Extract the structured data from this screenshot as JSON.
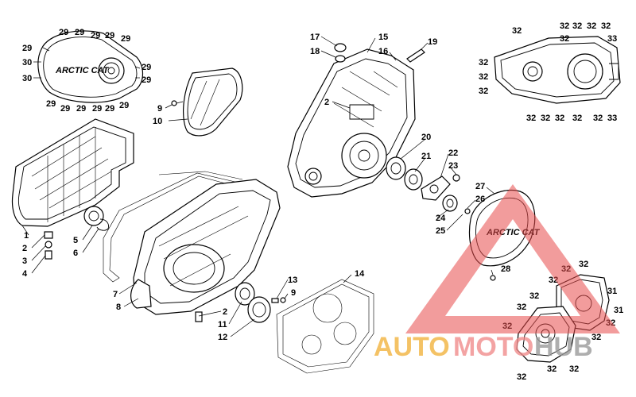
{
  "diagram": {
    "logo_text": "ARCTIC CAT",
    "callouts": [
      {
        "id": "c29a",
        "label": "29"
      },
      {
        "id": "c29b",
        "label": "29"
      },
      {
        "id": "c29c",
        "label": "29"
      },
      {
        "id": "c29d",
        "label": "29"
      },
      {
        "id": "c29e",
        "label": "29"
      },
      {
        "id": "c29f",
        "label": "29"
      },
      {
        "id": "c29g",
        "label": "29"
      },
      {
        "id": "c29h",
        "label": "29"
      },
      {
        "id": "c29i",
        "label": "29"
      },
      {
        "id": "c29j",
        "label": "29"
      },
      {
        "id": "c29k",
        "label": "29"
      },
      {
        "id": "c29l",
        "label": "29"
      },
      {
        "id": "c29m",
        "label": "29"
      },
      {
        "id": "c29n",
        "label": "29"
      },
      {
        "id": "c30a",
        "label": "30"
      },
      {
        "id": "c30b",
        "label": "30"
      },
      {
        "id": "c9a",
        "label": "9"
      },
      {
        "id": "c10",
        "label": "10"
      },
      {
        "id": "c17",
        "label": "17"
      },
      {
        "id": "c18",
        "label": "18"
      },
      {
        "id": "c15",
        "label": "15"
      },
      {
        "id": "c16",
        "label": "16"
      },
      {
        "id": "c19",
        "label": "19"
      },
      {
        "id": "c2a",
        "label": "2"
      },
      {
        "id": "c20",
        "label": "20"
      },
      {
        "id": "c21",
        "label": "21"
      },
      {
        "id": "c22",
        "label": "22"
      },
      {
        "id": "c23",
        "label": "23"
      },
      {
        "id": "c27",
        "label": "27"
      },
      {
        "id": "c26",
        "label": "26"
      },
      {
        "id": "c24",
        "label": "24"
      },
      {
        "id": "c25",
        "label": "25"
      },
      {
        "id": "c28",
        "label": "28"
      },
      {
        "id": "c1",
        "label": "1"
      },
      {
        "id": "c2b",
        "label": "2"
      },
      {
        "id": "c3",
        "label": "3"
      },
      {
        "id": "c4",
        "label": "4"
      },
      {
        "id": "c5",
        "label": "5"
      },
      {
        "id": "c6",
        "label": "6"
      },
      {
        "id": "c7",
        "label": "7"
      },
      {
        "id": "c8",
        "label": "8"
      },
      {
        "id": "c2c",
        "label": "2"
      },
      {
        "id": "c11",
        "label": "11"
      },
      {
        "id": "c12",
        "label": "12"
      },
      {
        "id": "c13",
        "label": "13"
      },
      {
        "id": "c9b",
        "label": "9"
      },
      {
        "id": "c14",
        "label": "14"
      },
      {
        "id": "c32a",
        "label": "32"
      },
      {
        "id": "c32b",
        "label": "32"
      },
      {
        "id": "c32c",
        "label": "32"
      },
      {
        "id": "c32d",
        "label": "32"
      },
      {
        "id": "c32e",
        "label": "32"
      },
      {
        "id": "c32f",
        "label": "32"
      },
      {
        "id": "c32g",
        "label": "32"
      },
      {
        "id": "c32h",
        "label": "32"
      },
      {
        "id": "c32i",
        "label": "32"
      },
      {
        "id": "c32j",
        "label": "32"
      },
      {
        "id": "c32k",
        "label": "32"
      },
      {
        "id": "c32l",
        "label": "32"
      },
      {
        "id": "c32m",
        "label": "32"
      },
      {
        "id": "c32n",
        "label": "32"
      },
      {
        "id": "c33a",
        "label": "33"
      },
      {
        "id": "c33b",
        "label": "33"
      },
      {
        "id": "c32o",
        "label": "32"
      },
      {
        "id": "c32p",
        "label": "32"
      },
      {
        "id": "c32q",
        "label": "32"
      },
      {
        "id": "c32r",
        "label": "32"
      },
      {
        "id": "c32s",
        "label": "32"
      },
      {
        "id": "c32t",
        "label": "32"
      },
      {
        "id": "c32u",
        "label": "32"
      },
      {
        "id": "c32v",
        "label": "32"
      },
      {
        "id": "c32w",
        "label": "32"
      },
      {
        "id": "c32x",
        "label": "32"
      },
      {
        "id": "c32y",
        "label": "32"
      },
      {
        "id": "c31a",
        "label": "31"
      },
      {
        "id": "c31b",
        "label": "31"
      }
    ]
  },
  "watermark": {
    "part1": "AUTO",
    "part2": "MOTO",
    "part3": "HUB",
    "triangle_color": "#e84a4a",
    "auto_color": "#f2b23a",
    "hub_color": "#9a9a9a"
  }
}
